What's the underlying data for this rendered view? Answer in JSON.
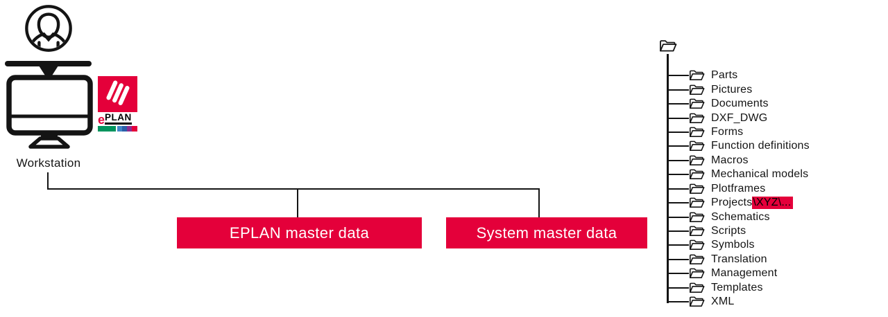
{
  "workstation": {
    "label": "Workstation"
  },
  "logo": {
    "e": "e",
    "plan": "PLAN"
  },
  "boxes": {
    "eplan": "EPLAN master data",
    "system": "System master data"
  },
  "tree": {
    "items": [
      {
        "label": "Parts",
        "highlight": ""
      },
      {
        "label": "Pictures",
        "highlight": ""
      },
      {
        "label": "Documents",
        "highlight": ""
      },
      {
        "label": "DXF_DWG",
        "highlight": ""
      },
      {
        "label": "Forms",
        "highlight": ""
      },
      {
        "label": "Function definitions",
        "highlight": ""
      },
      {
        "label": "Macros",
        "highlight": ""
      },
      {
        "label": "Mechanical models",
        "highlight": ""
      },
      {
        "label": "Plotframes",
        "highlight": ""
      },
      {
        "label": "Projects",
        "highlight": "\\XYZ\\..."
      },
      {
        "label": "Schematics",
        "highlight": ""
      },
      {
        "label": "Scripts",
        "highlight": ""
      },
      {
        "label": "Symbols",
        "highlight": ""
      },
      {
        "label": "Translation",
        "highlight": ""
      },
      {
        "label": "Management",
        "highlight": ""
      },
      {
        "label": "Templates",
        "highlight": ""
      },
      {
        "label": "XML",
        "highlight": ""
      }
    ]
  },
  "colors": {
    "accent": "#E4003A",
    "ink": "#141414",
    "logo_green": "#00945D",
    "logo_blue1": "#4187C7",
    "logo_blue2": "#2B5FA9",
    "logo_purple": "#8C2C90"
  }
}
